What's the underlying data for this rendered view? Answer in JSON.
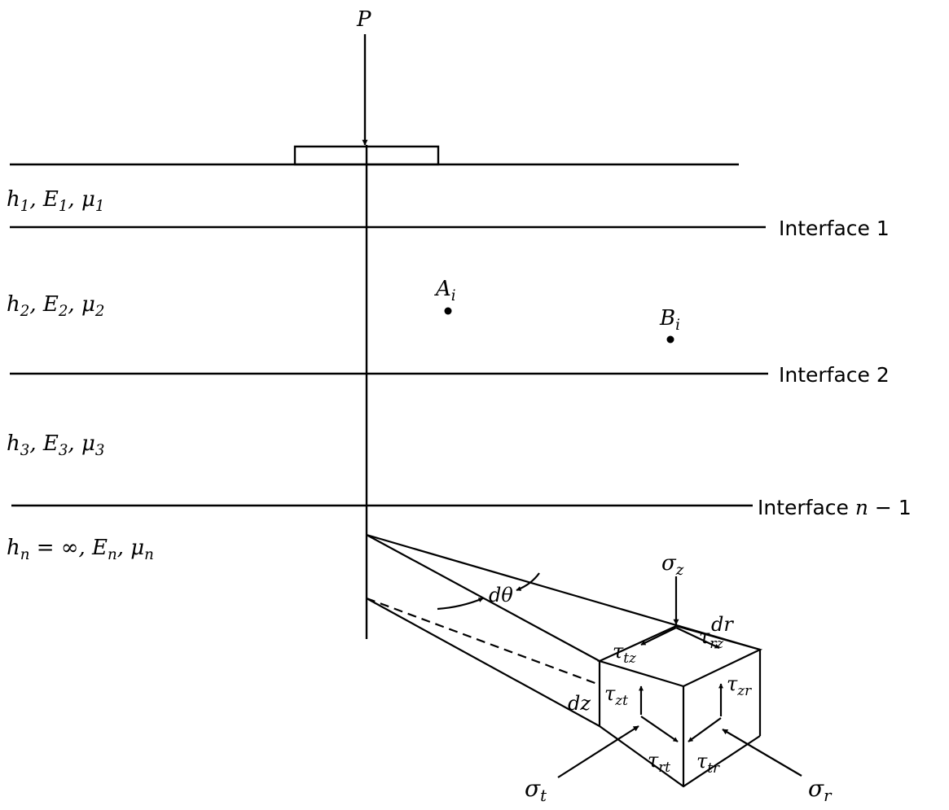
{
  "load": {
    "label": "P"
  },
  "layers": [
    {
      "h": "h",
      "hsub": "1",
      "E": "E",
      "Esub": "1",
      "mu": "μ",
      "musub": "1"
    },
    {
      "h": "h",
      "hsub": "2",
      "E": "E",
      "Esub": "2",
      "mu": "μ",
      "musub": "2"
    },
    {
      "h": "h",
      "hsub": "3",
      "E": "E",
      "Esub": "3",
      "mu": "μ",
      "musub": "3"
    }
  ],
  "last_layer": {
    "h": "h",
    "hsub": "n",
    "eq": " = ∞, ",
    "E": "E",
    "Esub": "n",
    "mu": "μ",
    "musub": "n"
  },
  "sep": ", ",
  "interfaces": [
    {
      "label": "Interface 1"
    },
    {
      "label": "Interface 2"
    },
    {
      "label": "Interface ",
      "var": "n",
      "suffix": " − 1"
    }
  ],
  "points": [
    {
      "label": "A",
      "sub": "i"
    },
    {
      "label": "B",
      "sub": "i"
    }
  ],
  "element": {
    "dtheta": "dθ",
    "dr": "dr",
    "dz": "dz",
    "sigma": "σ",
    "tau": "τ",
    "sigma_z": "z",
    "sigma_r": "r",
    "sigma_t": "t",
    "tau_tz": "tz",
    "tau_rz": "rz",
    "tau_zt": "zt",
    "tau_zr": "zr",
    "tau_rt": "rt",
    "tau_tr": "tr"
  }
}
